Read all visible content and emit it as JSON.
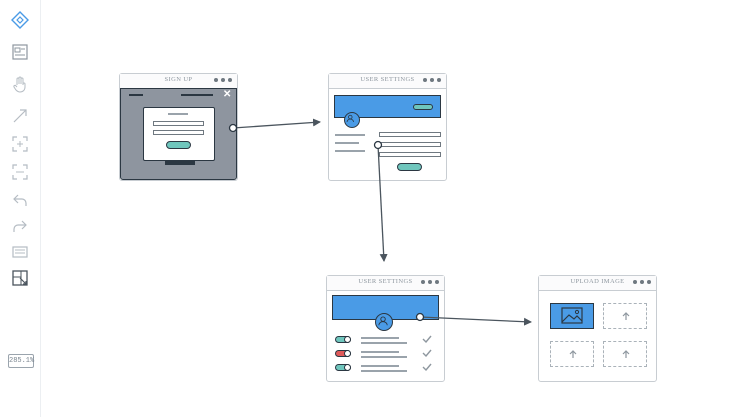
{
  "sidebar": {
    "tools": [
      {
        "name": "logo-icon"
      },
      {
        "name": "mockup-icon"
      },
      {
        "name": "hand-icon"
      },
      {
        "name": "arrow-icon"
      },
      {
        "name": "add-frame-icon"
      },
      {
        "name": "fit-frame-icon"
      },
      {
        "name": "undo-icon"
      },
      {
        "name": "redo-icon"
      },
      {
        "name": "keyboard-icon"
      },
      {
        "name": "resize-icon"
      }
    ],
    "zoom_label": "285.1%"
  },
  "frames": {
    "signup": {
      "title": "SIGN UP"
    },
    "user_settings_1": {
      "title": "USER SETTINGS"
    },
    "user_settings_2": {
      "title": "USER SETTINGS"
    },
    "upload_image": {
      "title": "UPLOAD IMAGE"
    }
  },
  "colors": {
    "accent_blue": "#4a9be6",
    "teal_button": "#6fc6bd",
    "overlay_gray": "#8e959f",
    "toggle_red": "#e05a5a",
    "outline": "#2b3742"
  }
}
